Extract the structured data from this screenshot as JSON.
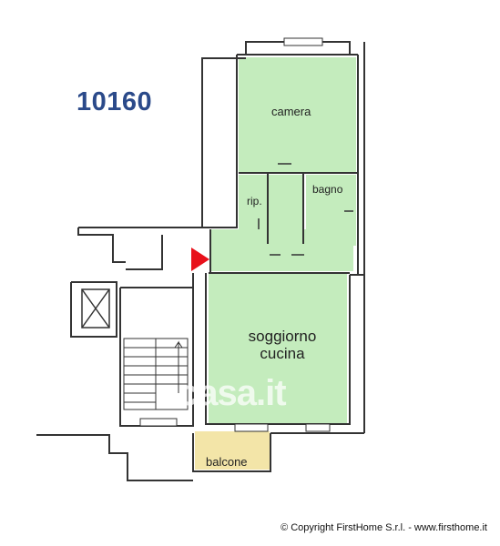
{
  "plan": {
    "reference_code": "10160",
    "rooms": {
      "camera": "camera",
      "ripostiglio": "rip.",
      "bagno": "bagno",
      "soggiorno_line1": "soggiorno",
      "soggiorno_line2": "cucina",
      "balcone": "balcone"
    },
    "watermark": "casa.it",
    "copyright": "© Copyright FirstHome S.r.l. - www.firsthome.it",
    "colors": {
      "room_fill": "#c4ecbd",
      "balcony_fill": "#f3e5a8",
      "wall": "#333333",
      "entrance_marker": "#e8111b",
      "reference_text": "#2b4a8a"
    }
  }
}
